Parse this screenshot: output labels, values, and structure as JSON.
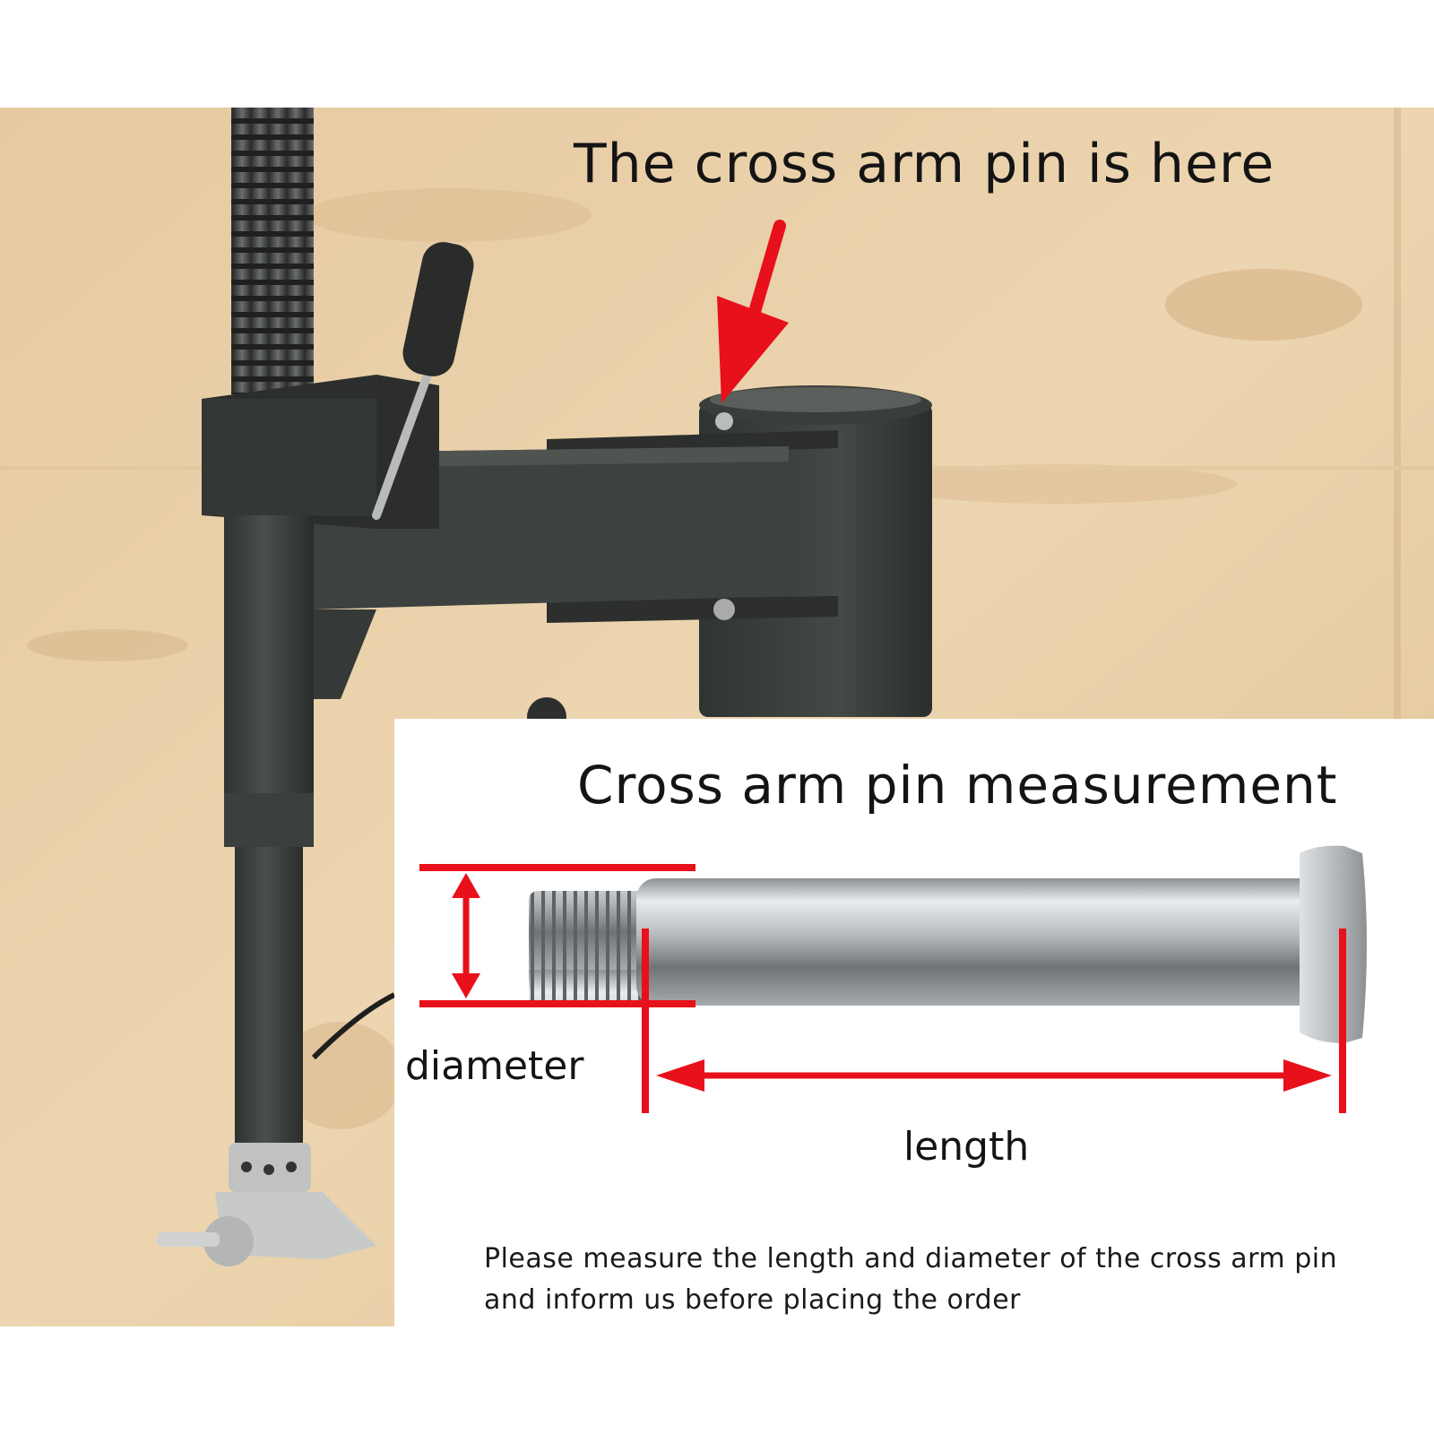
{
  "photo": {
    "caption": "The cross arm pin is here"
  },
  "inset": {
    "title": "Cross arm pin measurement",
    "diameter_label": "diameter",
    "length_label": "length",
    "note": "Please measure the length and diameter of the cross arm pin and inform us before placing the order"
  },
  "colors": {
    "annotation_red": "#e8101a",
    "plywood": "#e9cfa6",
    "machine_gray": "#3c403d"
  }
}
